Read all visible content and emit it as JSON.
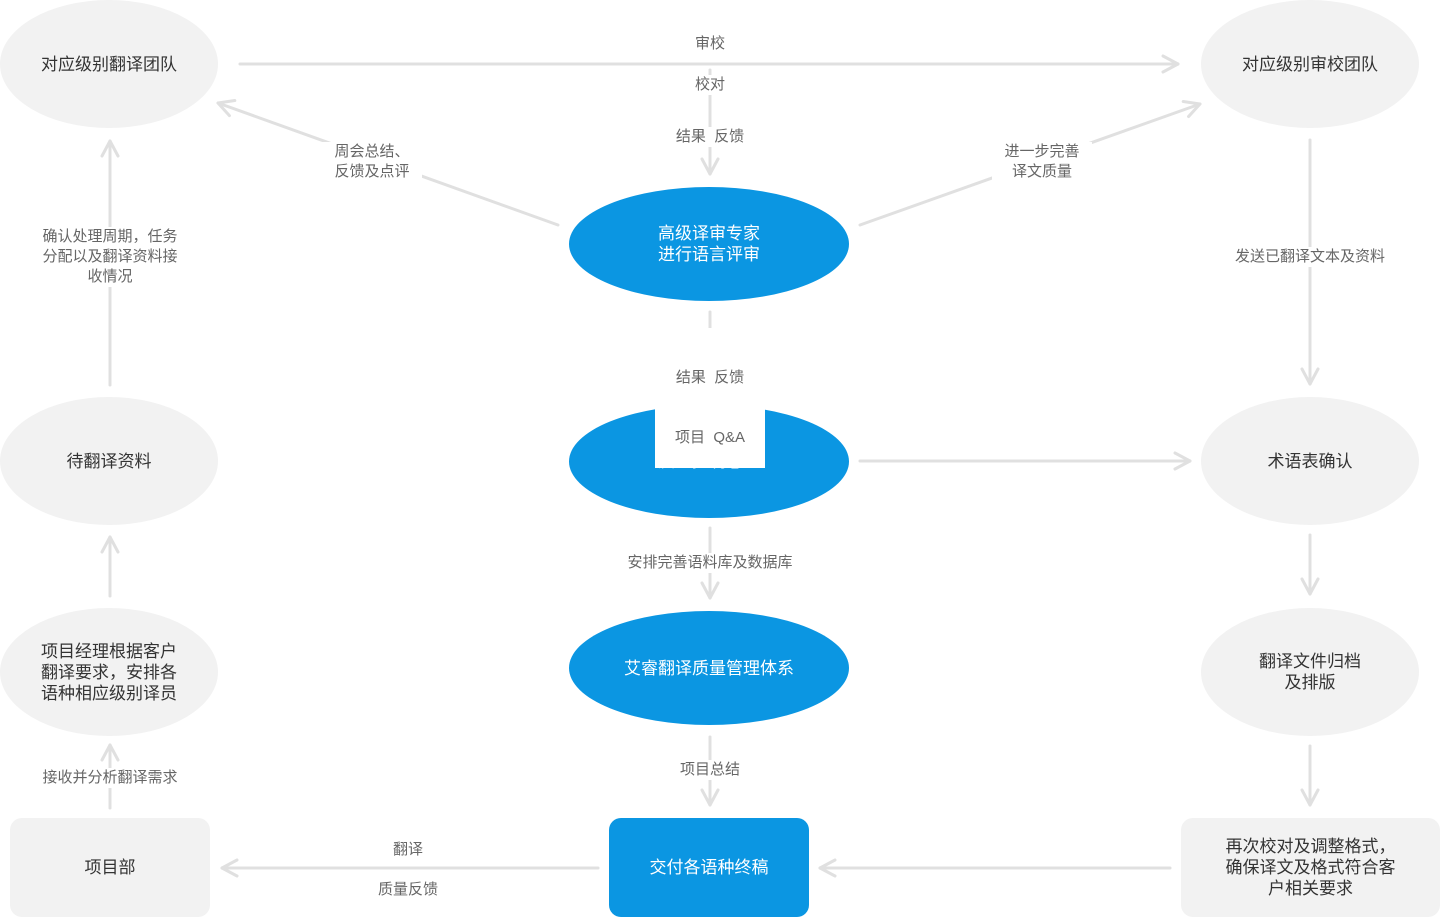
{
  "colors": {
    "primary": "#0b96e2",
    "node_grey": "#f2f2f2",
    "arrow": "#e0e0e0",
    "text": "#333333",
    "label": "#666666"
  },
  "nodes": {
    "translation_team": [
      "对应级别翻译团队"
    ],
    "proofread_team": [
      "对应级别审校团队"
    ],
    "senior_expert": [
      "高级译审专家",
      "进行语言评审"
    ],
    "quality_director": [
      "质量控制总监"
    ],
    "quality_system": [
      "艾睿翻译质量管理体系"
    ],
    "pending_materials": [
      "待翻译资料"
    ],
    "terminology": [
      "术语表确认"
    ],
    "pm_assign": [
      "项目经理根据客户",
      "翻译要求，安排各",
      "语种相应级别译员"
    ],
    "archive_layout": [
      "翻译文件归档",
      "及排版"
    ],
    "project_dept": [
      "项目部"
    ],
    "final_delivery": [
      "交付各语种终稿"
    ],
    "recheck": [
      "再次校对及调整格式，",
      "确保译文及格式符合客",
      "户相关要求"
    ]
  },
  "labels": {
    "review": "审校",
    "proofread": "校对",
    "result_feedback_1": "结果  反馈",
    "weekly_summary": [
      "周会总结、",
      "反馈及点评"
    ],
    "improve_quality": [
      "进一步完善",
      "译文质量"
    ],
    "confirm_cycle": [
      "确认处理周期，任务",
      "分配以及翻译资料接",
      "收情况"
    ],
    "send_translated": "发送已翻译文本及资料",
    "result_feedback_2": [
      "结果  反馈",
      "项目  Q&A"
    ],
    "arrange_corpus": "安排完善语料库及数据库",
    "receive_analyze": "接收并分析翻译需求",
    "project_summary": "项目总结",
    "translate": "翻译",
    "quality_feedback": "质量反馈"
  }
}
